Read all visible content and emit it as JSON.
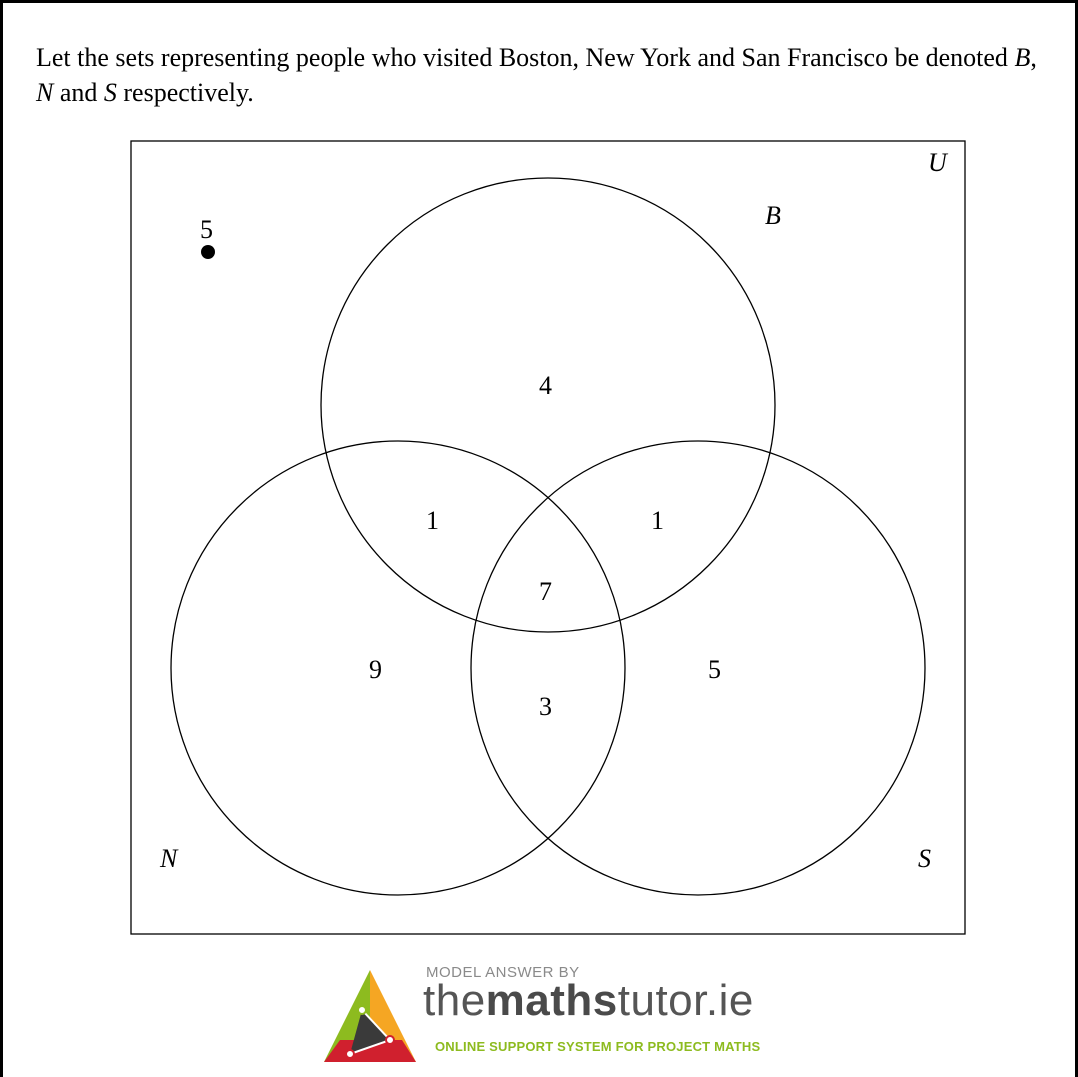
{
  "intro": {
    "part1": "Let the sets representing people who visited Boston, New York and San Francisco be denoted ",
    "setB": "B",
    "comma1": ", ",
    "setN": "N",
    "and": " and ",
    "setS": "S",
    "part2": " respectively."
  },
  "venn": {
    "universe_label": "U",
    "sets": {
      "B": "B",
      "N": "N",
      "S": "S"
    },
    "regions": {
      "outside": "5",
      "B_only": "4",
      "N_and_B_only": "1",
      "B_and_S_only": "1",
      "all_three": "7",
      "N_only": "9",
      "S_only": "5",
      "N_and_S_only": "3"
    }
  },
  "logo": {
    "top": "MODEL ANSWER BY",
    "main_a": "the",
    "main_b": "maths",
    "main_c": "tutor.ie",
    "tagline": "ONLINE SUPPORT SYSTEM FOR PROJECT MATHS",
    "colors": {
      "green": "#8dbb1f",
      "orange": "#f5a623",
      "red": "#d0202e",
      "dark": "#3a3a3a"
    }
  }
}
